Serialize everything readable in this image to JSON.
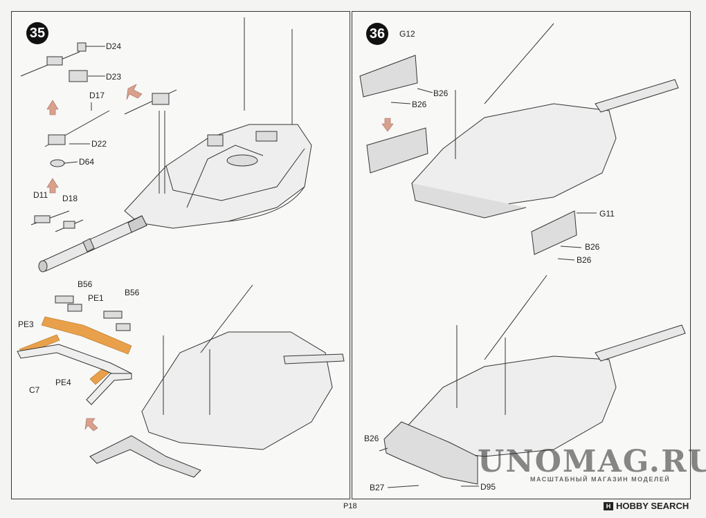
{
  "steps": {
    "left": "35",
    "right": "36"
  },
  "labels": {
    "d24": "D24",
    "d23": "D23",
    "d17": "D17",
    "d22": "D22",
    "d64": "D64",
    "d11": "D11",
    "d18": "D18",
    "b56a": "B56",
    "b56b": "B56",
    "pe1": "PE1",
    "pe3": "PE3",
    "pe4": "PE4",
    "c7": "C7",
    "g12": "G12",
    "b26a": "B26",
    "b26b": "B26",
    "g11": "G11",
    "b26c": "B26",
    "b26d": "B26",
    "b26e": "B26",
    "b27": "B27",
    "d95": "D95"
  },
  "footer": {
    "page": "P18",
    "brand": "HOBBY SEARCH",
    "brand_mark": "H"
  },
  "watermark": {
    "title": "UNOMAG.RU",
    "subtitle": "МАСШТАБНЫЙ МАГАЗИН МОДЕЛЕЙ"
  },
  "colors": {
    "arrow": "#d9a08e",
    "photo_etch": "#e9a04a",
    "line": "#333333"
  }
}
